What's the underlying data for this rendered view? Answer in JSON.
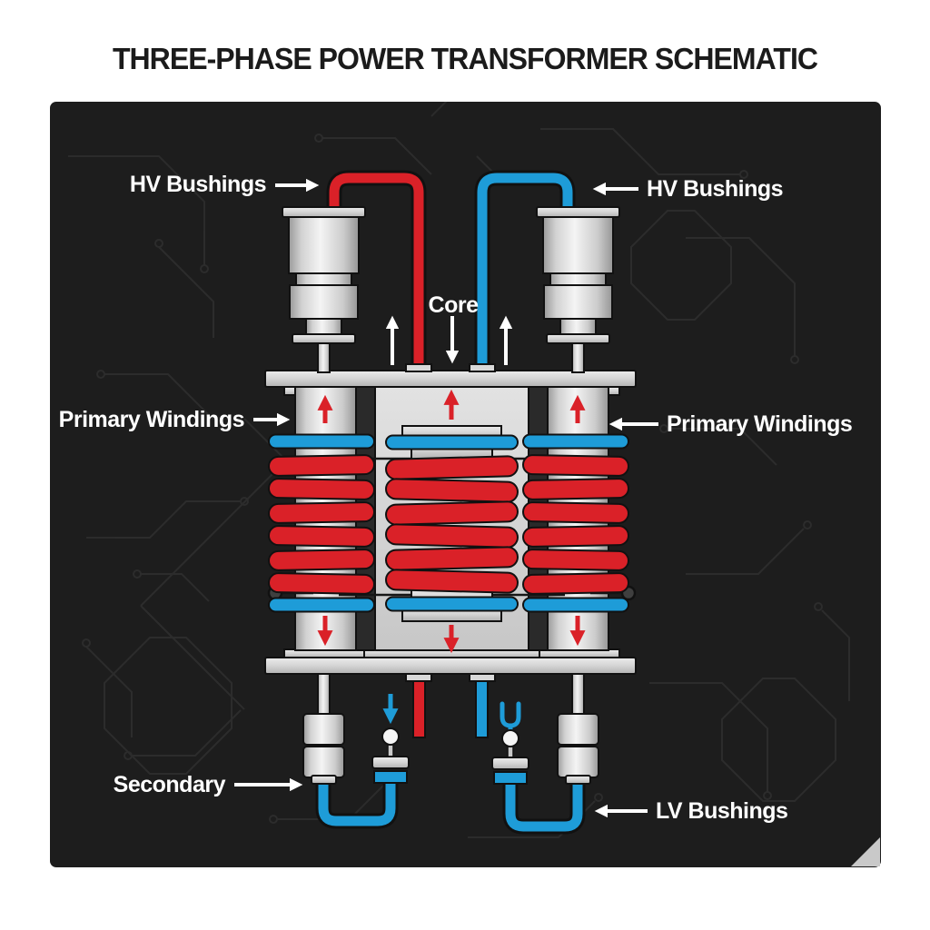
{
  "title": "THREE-PHASE POWER TRANSFORMER SCHEMATIC",
  "labels": {
    "hv_left": "HV Bushings",
    "hv_right": "HV Bushings",
    "core": "Core",
    "primary_left": "Primary Windings",
    "primary_right": "Primary Windings",
    "secondary": "Secondary",
    "lv": "LV Bushings"
  },
  "diagram": {
    "phase_limbs": 3,
    "red_turns_per_winding": 6,
    "blue_rings_per_winding": 2,
    "hv_bushings": 2,
    "lv_bushings": 2
  },
  "colors": {
    "winding_red": "#da2128",
    "winding_blue": "#1e9cd8",
    "panel_bg": "#1d1d1d",
    "trace": "#2e2e2e",
    "outline": "#111111",
    "metal_light": "#f2f2f2",
    "metal_dark": "#9e9e9e",
    "label_text": "#ffffff",
    "title_text": "#1b1b1b",
    "curl": "#c9c9c9"
  }
}
